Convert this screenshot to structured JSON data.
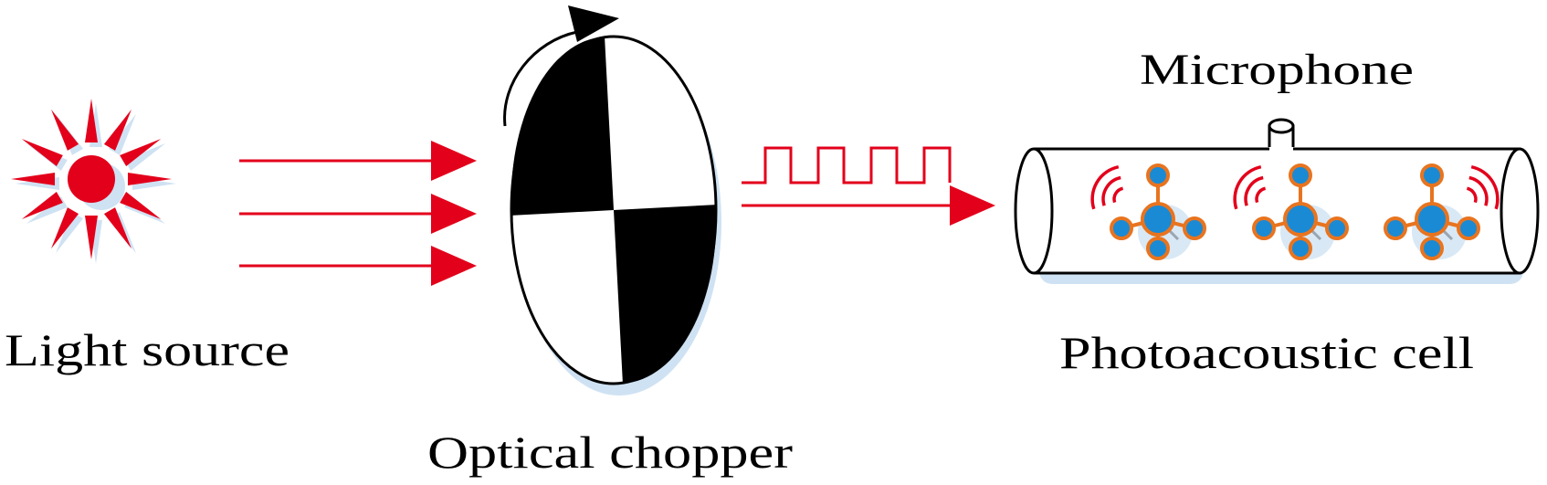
{
  "labels": {
    "light_source": "Light source",
    "optical_chopper": "Optical chopper",
    "microphone": "Microphone",
    "photoacoustic_cell": "Photoacoustic cell"
  },
  "colors": {
    "beam": "#e3001b",
    "sun": "#e3001b",
    "shadow": "#cfe2f3",
    "molecule_center": "#1a8ad4",
    "molecule_outline": "#e8741f",
    "sound_wave": "#e3001b",
    "outline": "#000000"
  },
  "diagram": {
    "incident_beam_count": 3,
    "modulated_pulse_count": 4,
    "molecule_count": 3
  }
}
